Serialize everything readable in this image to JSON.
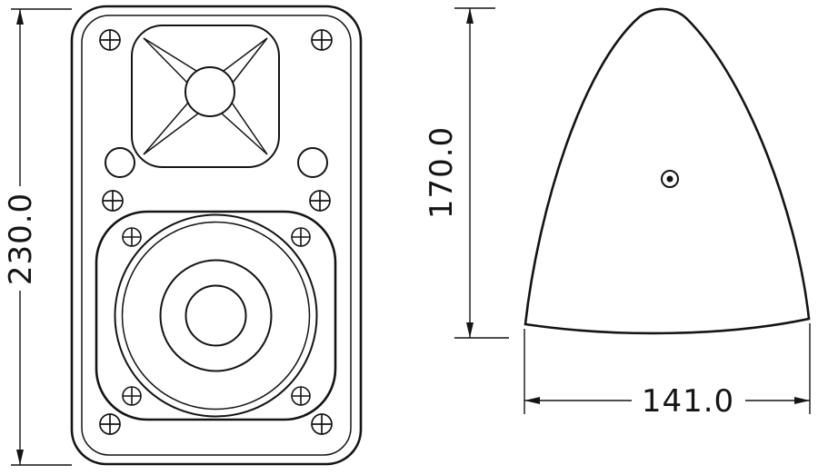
{
  "canvas": {
    "background": "#ffffff",
    "line_color": "#141414"
  },
  "front_view": {
    "height_dimension": "230.0"
  },
  "side_view": {
    "height_dimension": "170.0",
    "width_dimension": "141.0"
  }
}
